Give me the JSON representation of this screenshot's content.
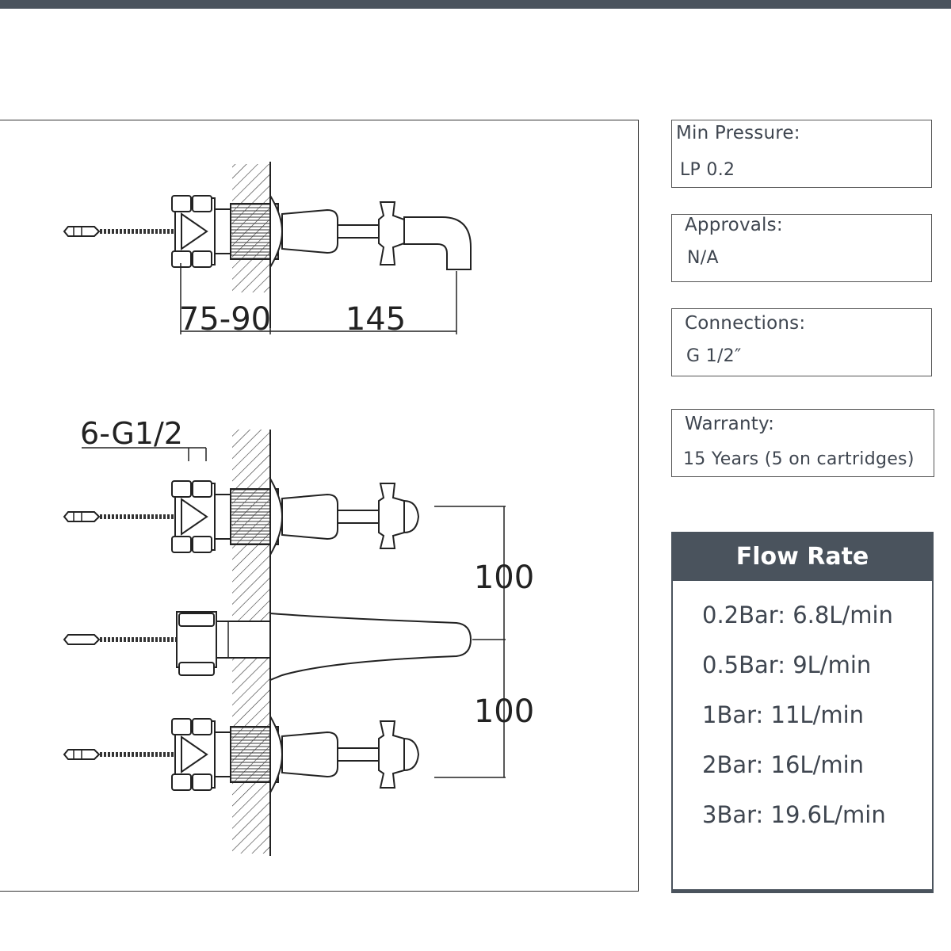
{
  "drawing": {
    "dim_wall_depth": "75-90",
    "dim_spout_reach": "145",
    "dim_connection": "6-G1/2",
    "dim_spacing_top": "100",
    "dim_spacing_bottom": "100"
  },
  "specs": {
    "min_pressure": {
      "label": "Min Pressure:",
      "value": "LP 0.2"
    },
    "approvals": {
      "label": "Approvals:",
      "value": "N/A"
    },
    "connections": {
      "label": "Connections:",
      "value": "G 1/2″"
    },
    "warranty": {
      "label": "Warranty:",
      "value": "15 Years (5 on cartridges)"
    }
  },
  "flow_rate": {
    "title": "Flow Rate",
    "items": [
      "0.2Bar: 6.8L/min",
      "0.5Bar: 9L/min",
      "1Bar: 11L/min",
      "2Bar: 16L/min",
      "3Bar: 19.6L/min"
    ]
  },
  "colors": {
    "header_bg": "#4a535d",
    "text": "#3f4650",
    "line": "#222222"
  }
}
